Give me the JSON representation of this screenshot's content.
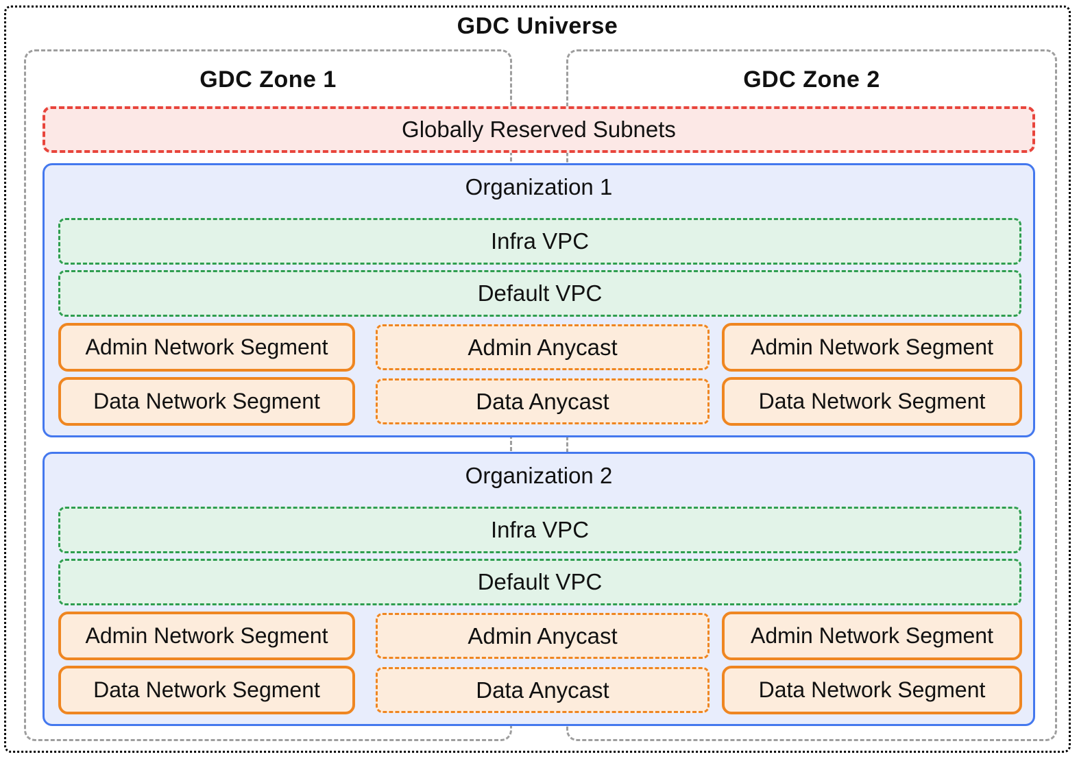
{
  "universe": {
    "title": "GDC Universe"
  },
  "zones": [
    {
      "label": "GDC Zone 1"
    },
    {
      "label": "GDC Zone 2"
    }
  ],
  "reserved_subnets": {
    "label": "Globally Reserved Subnets"
  },
  "organizations": [
    {
      "label": "Organization 1",
      "vpcs": [
        {
          "label": "Infra VPC"
        },
        {
          "label": "Default VPC"
        }
      ],
      "zone1": {
        "admin_segment": "Admin Network Segment",
        "data_segment": "Data Network Segment"
      },
      "anycast": {
        "admin": "Admin Anycast",
        "data": "Data Anycast"
      },
      "zone2": {
        "admin_segment": "Admin Network Segment",
        "data_segment": "Data Network Segment"
      }
    },
    {
      "label": "Organization 2",
      "vpcs": [
        {
          "label": "Infra VPC"
        },
        {
          "label": "Default VPC"
        }
      ],
      "zone1": {
        "admin_segment": "Admin Network Segment",
        "data_segment": "Data Network Segment"
      },
      "anycast": {
        "admin": "Admin Anycast",
        "data": "Data Anycast"
      },
      "zone2": {
        "admin_segment": "Admin Network Segment",
        "data_segment": "Data Network Segment"
      }
    }
  ],
  "colors": {
    "universe_border": "#000000",
    "zone_border": "#9e9e9e",
    "reserved_border": "#e8453c",
    "reserved_fill": "#fce8e6",
    "org_border": "#4478ee",
    "org_fill": "#e8edfc",
    "vpc_border": "#2f9e50",
    "vpc_fill": "#e2f3e8",
    "segment_border": "#ef8621",
    "segment_fill": "#fdecdc"
  }
}
